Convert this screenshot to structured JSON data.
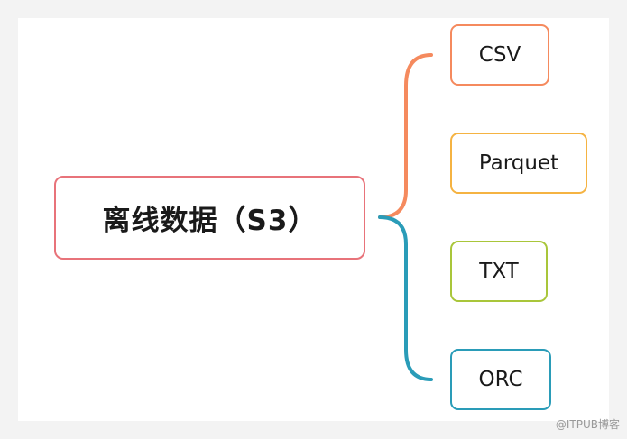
{
  "root_label": "离线数据（S3）",
  "formats": [
    {
      "label": "CSV"
    },
    {
      "label": "Parquet"
    },
    {
      "label": "TXT"
    },
    {
      "label": "ORC"
    }
  ],
  "colors": {
    "root_border": "#e8737a",
    "csv_border": "#f58a5e",
    "parquet_border": "#f5b342",
    "txt_border": "#a9c63a",
    "orc_border": "#2a9cb8",
    "upper_connector": "#f58a5e",
    "lower_connector": "#2a9cb8"
  },
  "watermark": "@ITPUB博客"
}
